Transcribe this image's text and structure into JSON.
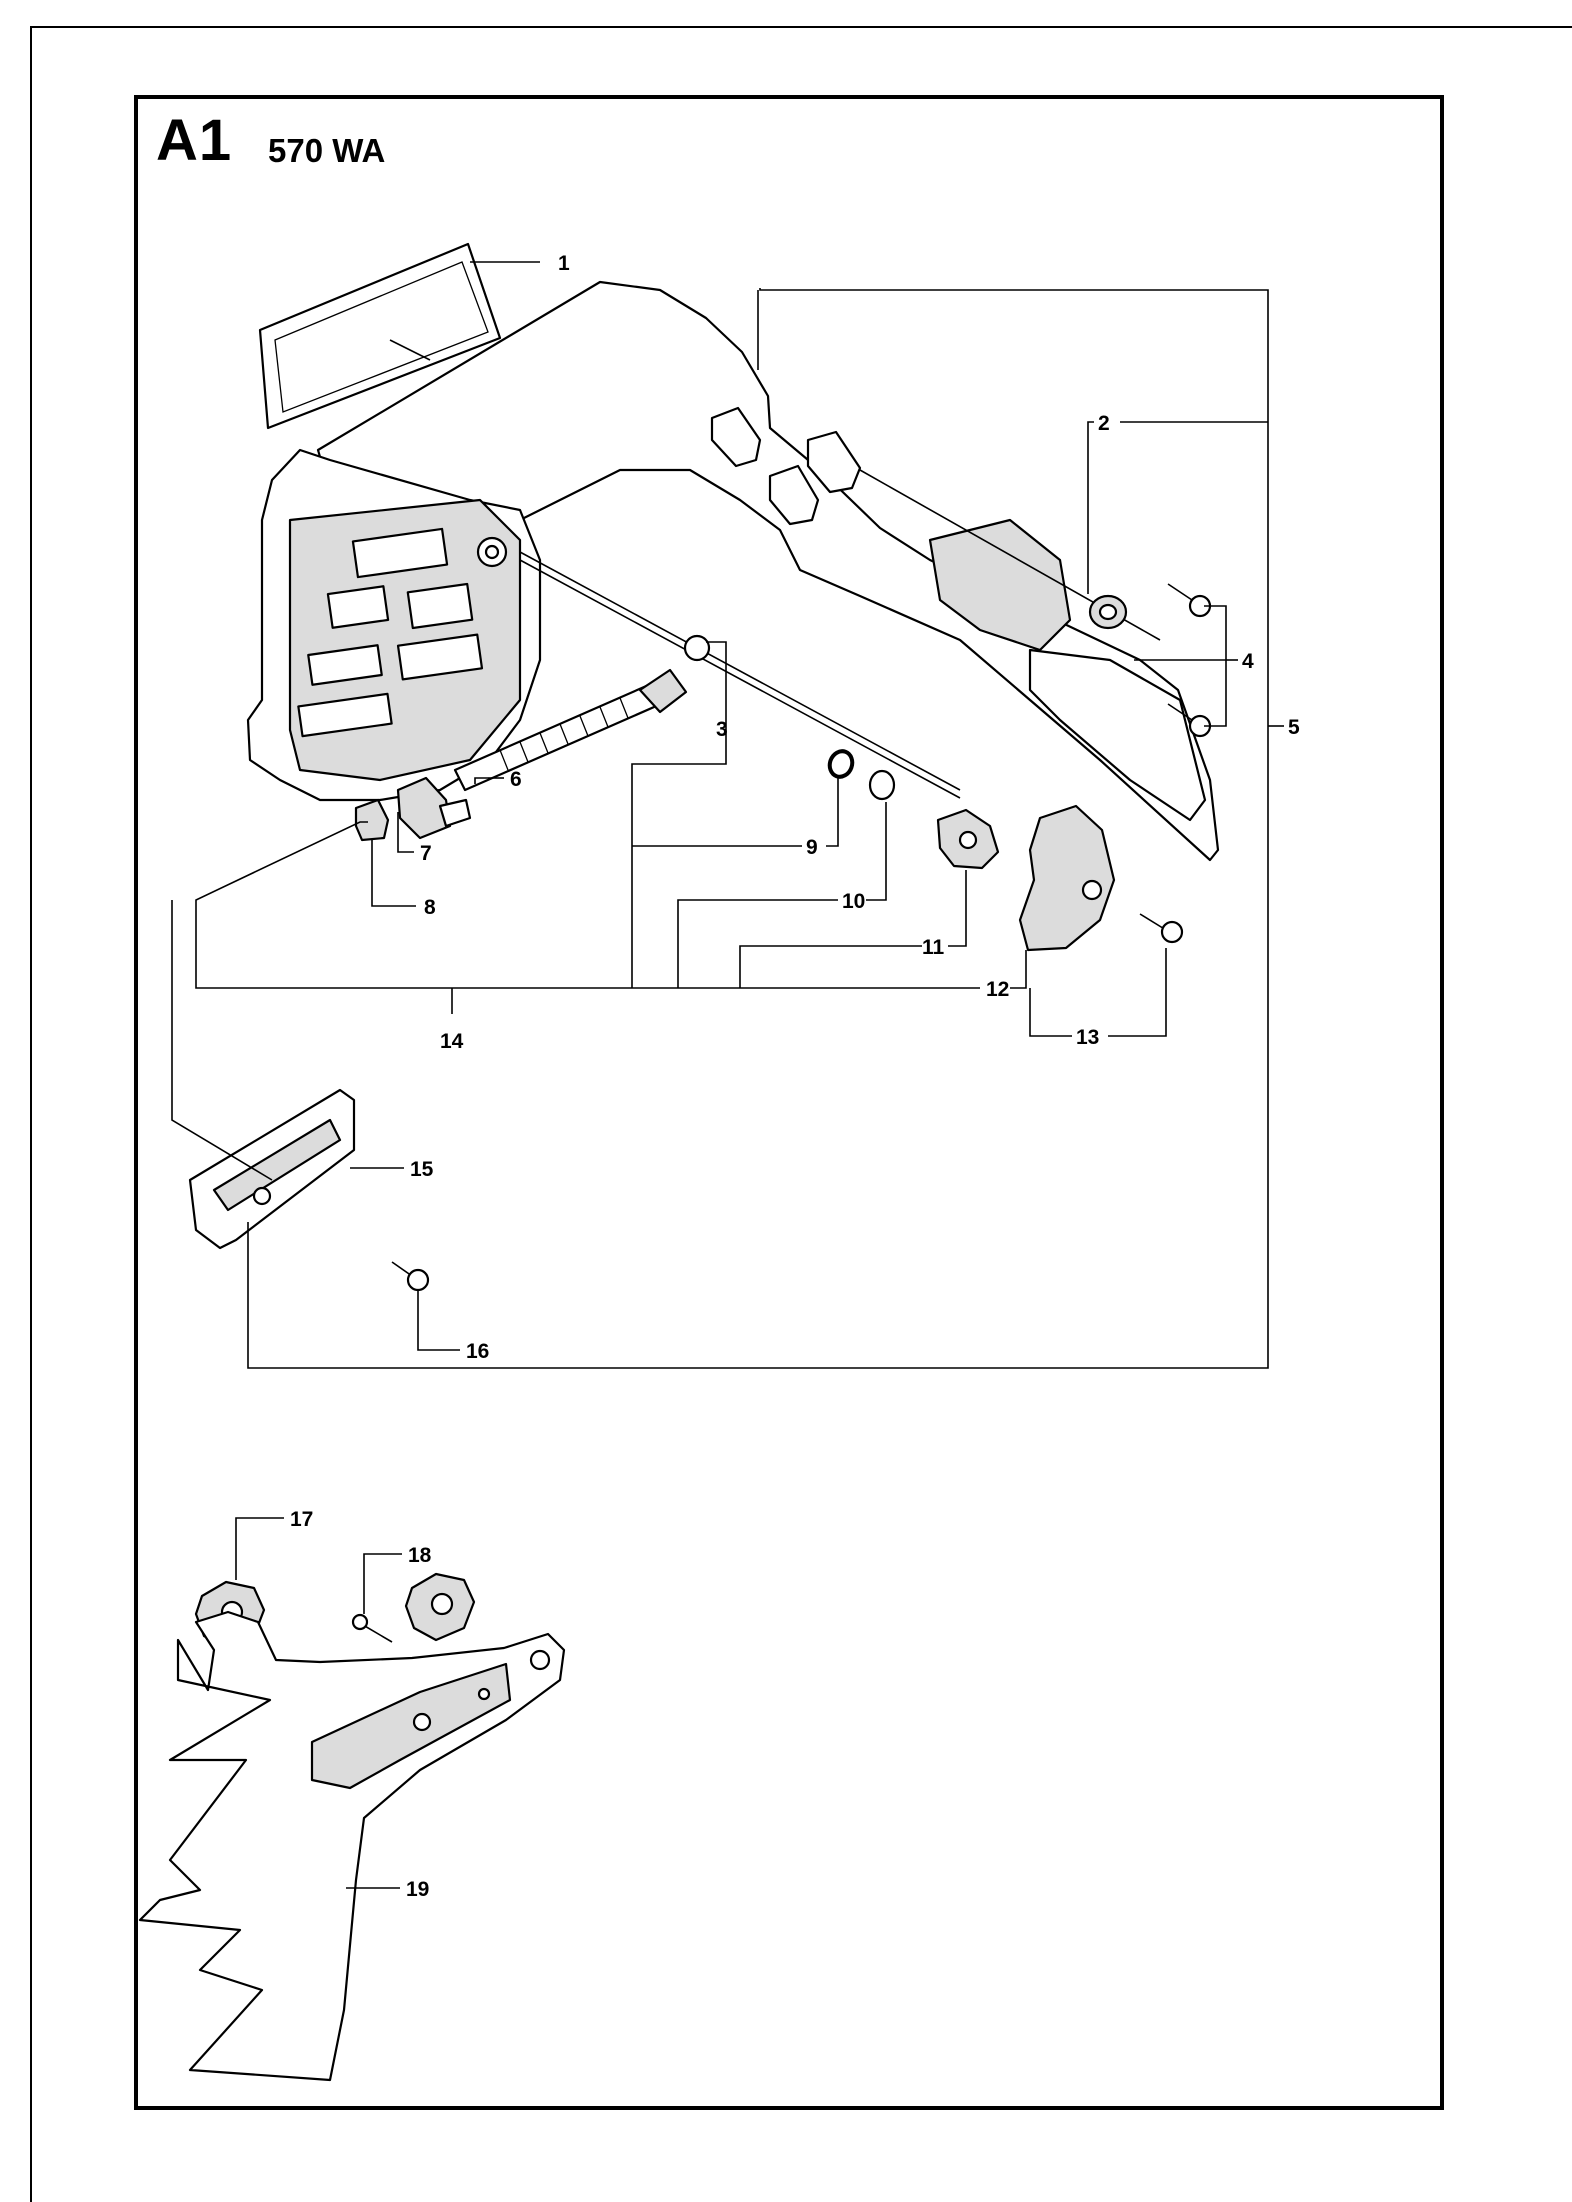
{
  "header": {
    "section_code": "A1",
    "model": "570 WA"
  },
  "callouts": [
    "1",
    "2",
    "3",
    "4",
    "5",
    "6",
    "7",
    "8",
    "9",
    "10",
    "11",
    "12",
    "13",
    "14",
    "15",
    "16",
    "17",
    "18",
    "19"
  ],
  "icons": {
    "main": "chain-brake-cover-assembly-icon",
    "bumper": "bumper-spike-icon"
  }
}
